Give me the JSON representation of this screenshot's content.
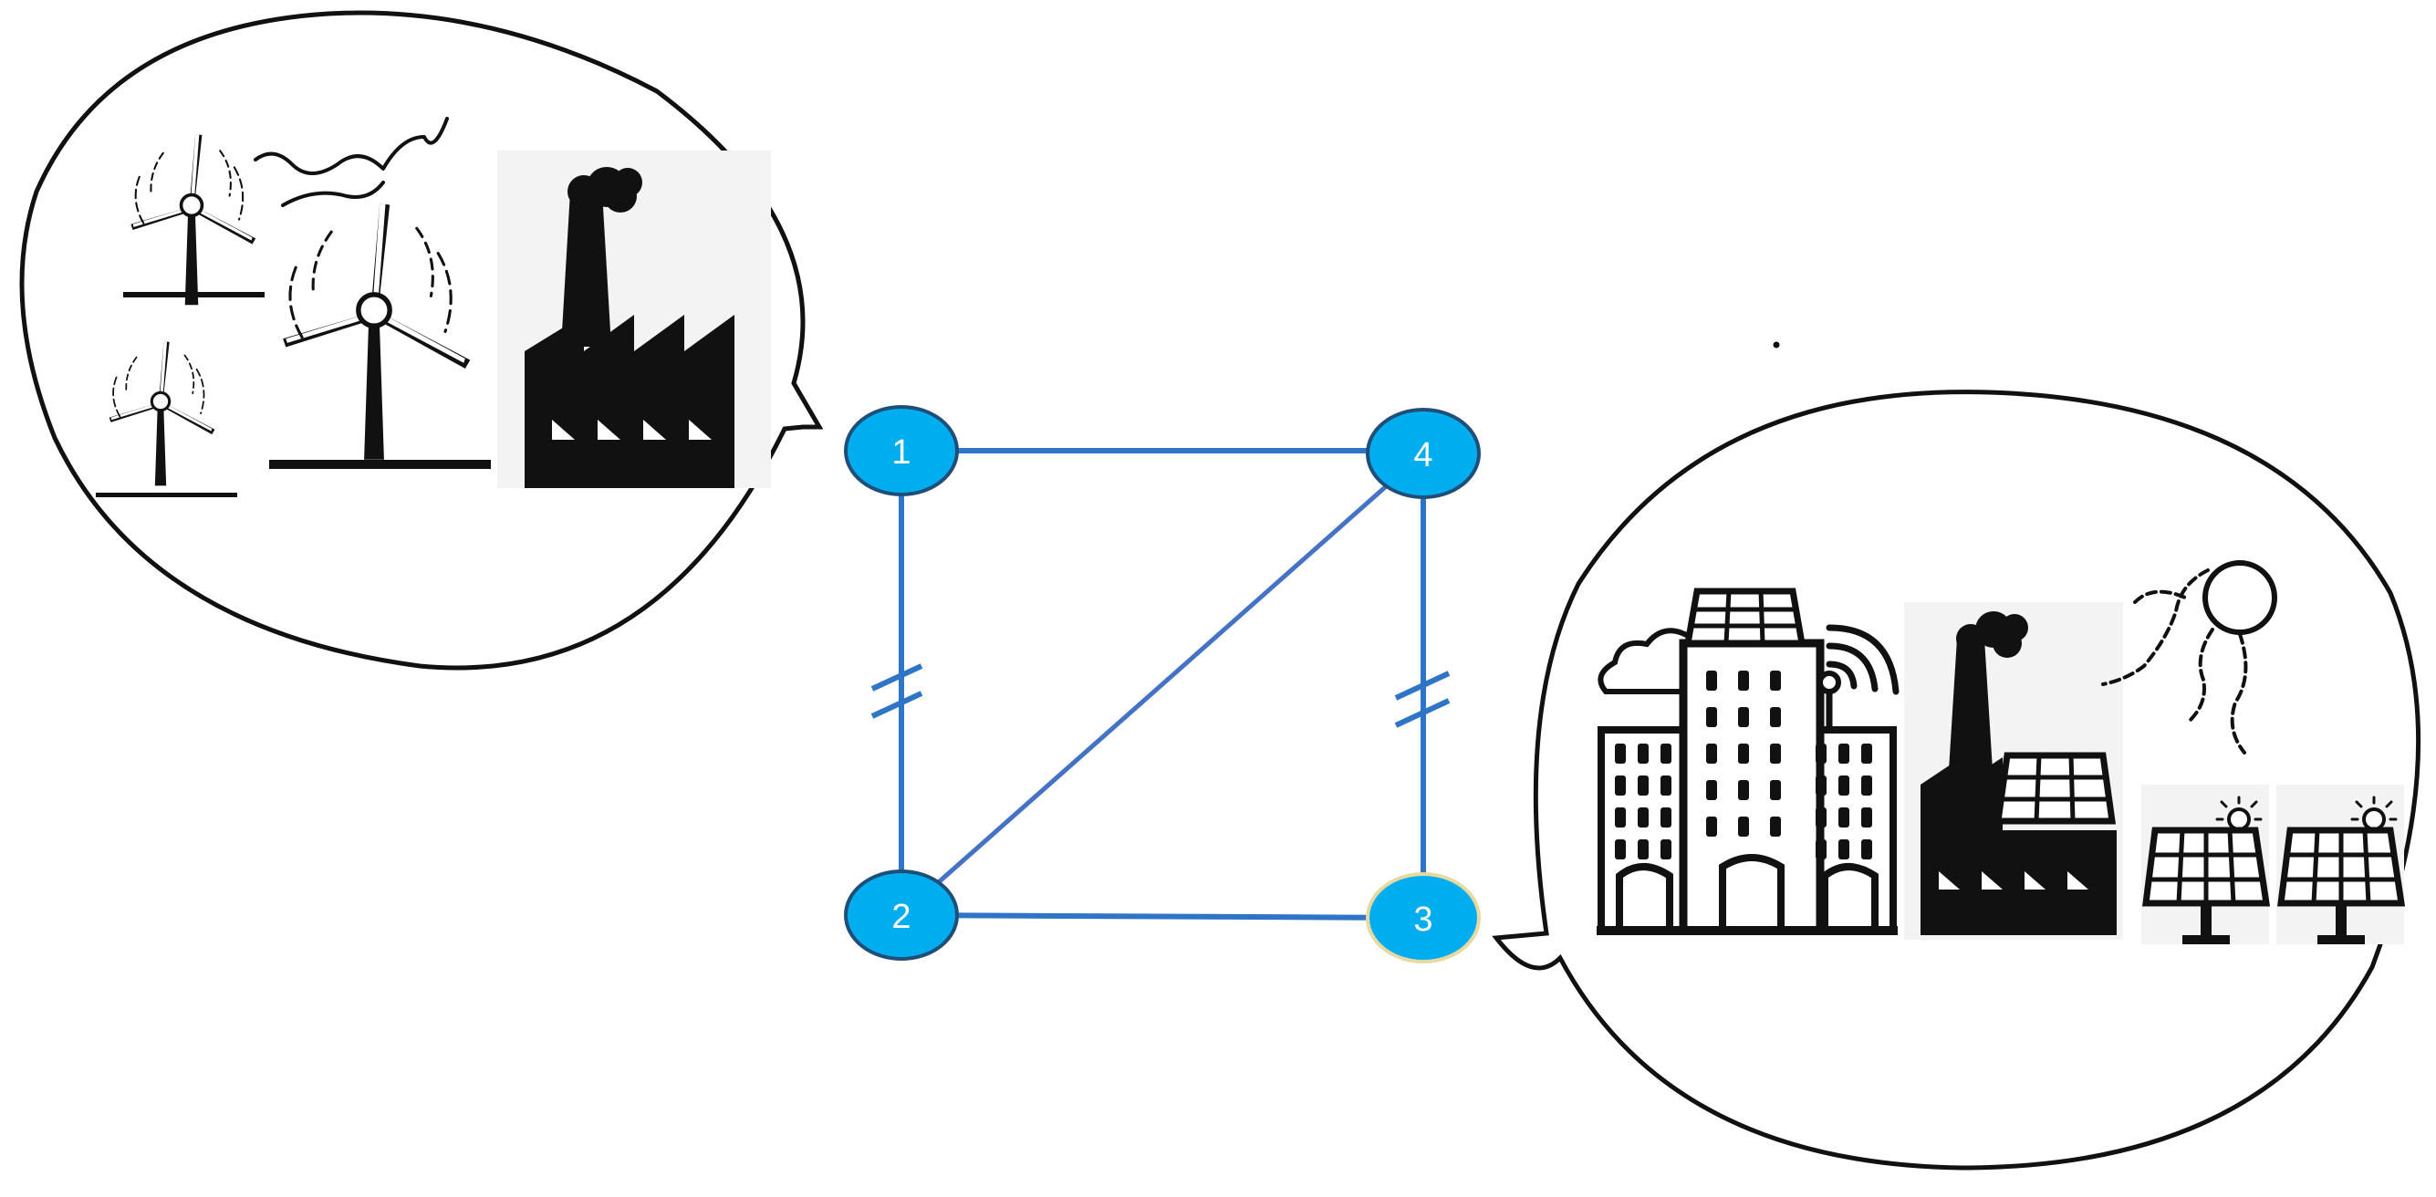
{
  "diagram": {
    "nodes": [
      {
        "id": "1",
        "label": "1"
      },
      {
        "id": "2",
        "label": "2"
      },
      {
        "id": "3",
        "label": "3"
      },
      {
        "id": "4",
        "label": "4"
      }
    ],
    "edges": [
      {
        "from": "1",
        "to": "4",
        "marker": "none"
      },
      {
        "from": "1",
        "to": "2",
        "marker": "double-slash"
      },
      {
        "from": "4",
        "to": "3",
        "marker": "double-slash"
      },
      {
        "from": "2",
        "to": "4",
        "marker": "none"
      },
      {
        "from": "2",
        "to": "3",
        "marker": "none"
      }
    ],
    "callouts": [
      {
        "attached_to": "1",
        "icons": [
          "wind-turbine-icon",
          "wind-turbine-icon",
          "wind-turbine-icon",
          "factory-icon"
        ]
      },
      {
        "attached_to": "3",
        "icons": [
          "cloud-icon",
          "smart-building-icon",
          "antenna-icon",
          "solar-factory-icon",
          "sun-icon",
          "solar-panel-icon",
          "solar-panel-icon"
        ]
      }
    ],
    "colors": {
      "node_fill": "#00aeef",
      "node_stroke": "#1f4e79",
      "edge": "#2e75c8",
      "ink": "#111111"
    }
  }
}
